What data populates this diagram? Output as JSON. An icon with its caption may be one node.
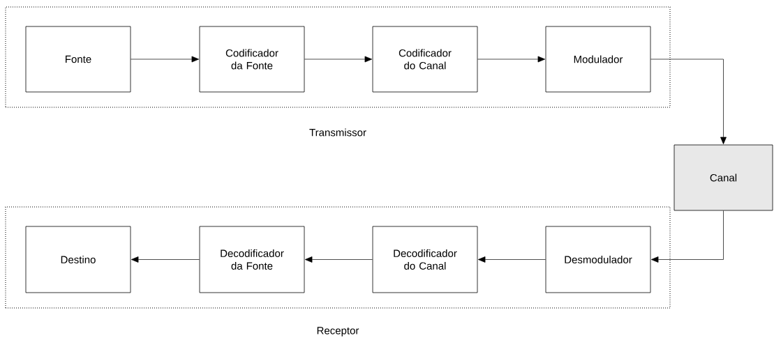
{
  "diagram": {
    "nodes": [
      {
        "text": [
          "Transmissor"
        ]
      },
      {
        "text": [
          "Fonte"
        ],
        "in": 0
      },
      {
        "text": [
          "Codificador da Fonte"
        ],
        "in": 0
      },
      {
        "text": [
          "Codificador do Canal"
        ],
        "in": 0
      },
      {
        "text": [
          "Modulador"
        ],
        "in": 0
      },
      {
        "text": [
          "Canal"
        ]
      },
      {
        "text": [
          "Receptor"
        ]
      },
      {
        "text": [
          "Destino"
        ],
        "in": 6
      },
      {
        "text": [
          "Decodificador da Fonte"
        ],
        "in": 6
      },
      {
        "text": [
          "Decodificador do Canal"
        ],
        "in": 6
      },
      {
        "text": [
          "Desmodulador"
        ],
        "in": 6
      }
    ],
    "edges": [
      {
        "from": 1,
        "to": 2,
        "arrow": "to"
      },
      {
        "from": 2,
        "to": 3,
        "arrow": "to"
      },
      {
        "from": 3,
        "to": 4,
        "arrow": "to"
      },
      {
        "from": 4,
        "to": 5,
        "arrow": "to"
      },
      {
        "from": 5,
        "to": 10,
        "arrow": "to"
      },
      {
        "from": 10,
        "to": 9,
        "arrow": "to"
      },
      {
        "from": 9,
        "to": 8,
        "arrow": "to"
      },
      {
        "from": 8,
        "to": 7,
        "arrow": "to"
      }
    ]
  }
}
